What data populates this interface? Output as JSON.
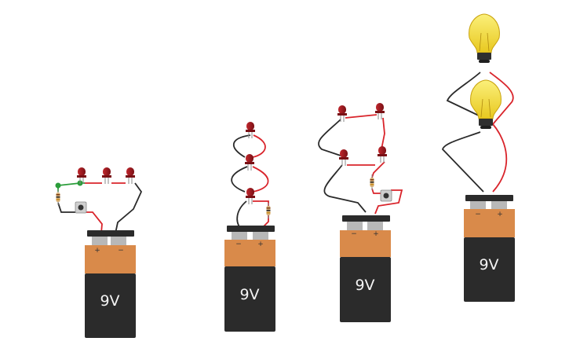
{
  "circuits": [
    {
      "battery": {
        "label": "9V",
        "term_left": "+",
        "term_right": "−"
      },
      "components": [
        "resistor",
        "pushbutton",
        "red-led",
        "red-led",
        "red-led"
      ]
    },
    {
      "battery": {
        "label": "9V",
        "term_left": "−",
        "term_right": "+"
      },
      "components": [
        "resistor",
        "red-led",
        "red-led",
        "red-led"
      ]
    },
    {
      "battery": {
        "label": "9V",
        "term_left": "−",
        "term_right": "+"
      },
      "components": [
        "resistor",
        "pushbutton",
        "red-led",
        "red-led",
        "red-led",
        "red-led"
      ]
    },
    {
      "battery": {
        "label": "9V",
        "term_left": "−",
        "term_right": "+"
      },
      "components": [
        "light-bulb",
        "light-bulb"
      ]
    }
  ],
  "colors": {
    "battery_top": "#d98a4a",
    "battery_body": "#2b2b2b",
    "wire_red": "#d9242b",
    "wire_black": "#2a2a2a",
    "wire_green": "#2a9d3a",
    "led_red": "#9a1a1e",
    "bulb_yellow": "#f5e23a"
  }
}
